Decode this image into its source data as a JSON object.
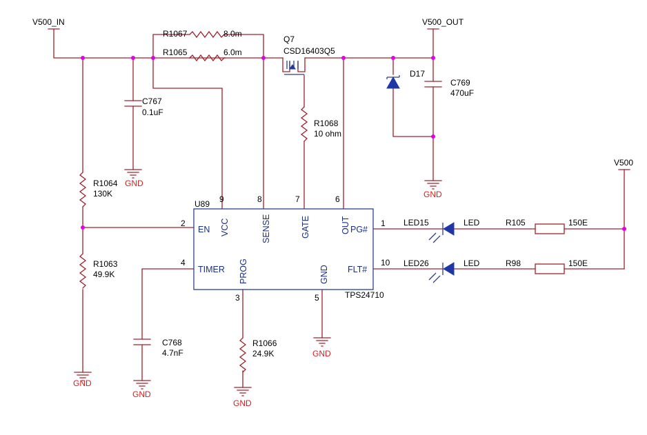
{
  "nets": {
    "v500_in": "V500_IN",
    "v500_out": "V500_OUT",
    "v500": "V500",
    "gnd": "GND"
  },
  "components": {
    "r1067": {
      "ref": "R1067",
      "value": "8.0m"
    },
    "r1065": {
      "ref": "R1065",
      "value": "6.0m"
    },
    "q7": {
      "ref": "Q7",
      "part": "CSD16403Q5"
    },
    "r1068": {
      "ref": "R1068",
      "value": "10 ohm"
    },
    "d17": {
      "ref": "D17"
    },
    "c769": {
      "ref": "C769",
      "value": "470uF"
    },
    "c767": {
      "ref": "C767",
      "value": "0.1uF"
    },
    "r1064": {
      "ref": "R1064",
      "value": "130K"
    },
    "r1063": {
      "ref": "R1063",
      "value": "49.9K"
    },
    "c768": {
      "ref": "C768",
      "value": "4.7nF"
    },
    "r1066": {
      "ref": "R1066",
      "value": "24.9K"
    },
    "led15": {
      "ref": "LED15",
      "type": "LED"
    },
    "led26": {
      "ref": "LED26",
      "type": "LED"
    },
    "r105": {
      "ref": "R105",
      "value": "150E"
    },
    "r98": {
      "ref": "R98",
      "value": "150E"
    }
  },
  "ic": {
    "ref": "U89",
    "part": "TPS24710",
    "pins": {
      "vcc": {
        "num": "9",
        "name": "VCC"
      },
      "sense": {
        "num": "8",
        "name": "SENSE"
      },
      "gate": {
        "num": "7",
        "name": "GATE"
      },
      "out": {
        "num": "6",
        "name": "OUT"
      },
      "en": {
        "num": "2",
        "name": "EN"
      },
      "timer": {
        "num": "4",
        "name": "TIMER"
      },
      "prog": {
        "num": "3",
        "name": "PROG"
      },
      "gnd": {
        "num": "5",
        "name": "GND"
      },
      "pg": {
        "num": "1",
        "name": "PG#"
      },
      "flt": {
        "num": "10",
        "name": "FLT#"
      }
    }
  }
}
